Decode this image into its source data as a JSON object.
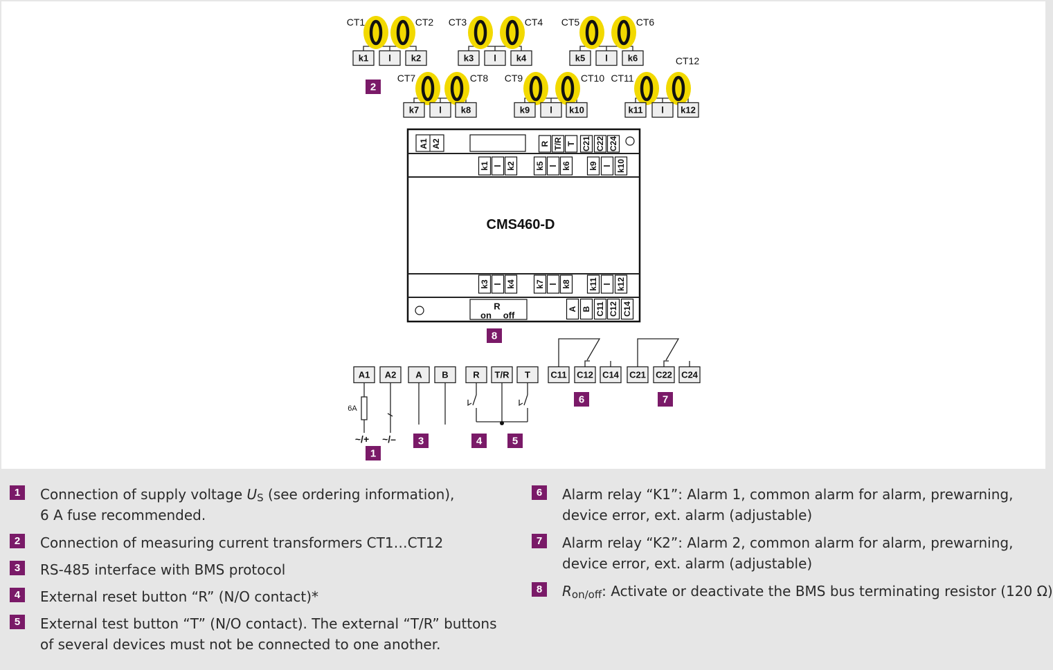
{
  "diagram": {
    "device_name": "CMS460-D",
    "ct_labels": [
      "CT1",
      "CT2",
      "CT3",
      "CT4",
      "CT5",
      "CT6",
      "CT7",
      "CT8",
      "CT9",
      "CT10",
      "CT11",
      "CT12"
    ],
    "ct_terminals_row1": [
      "k1",
      "l",
      "k2",
      "k3",
      "l",
      "k4",
      "k5",
      "l",
      "k6"
    ],
    "ct_terminals_row2": [
      "k7",
      "l",
      "k8",
      "k9",
      "l",
      "k10",
      "k11",
      "l",
      "k12"
    ],
    "device_top_row": [
      "A1",
      "A2",
      "R",
      "T/R",
      "T",
      "C21",
      "C22",
      "C24"
    ],
    "device_upper_ct_row": [
      "k1",
      "l",
      "k2",
      "k5",
      "l",
      "k6",
      "k9",
      "l",
      "k10"
    ],
    "device_lower_ct_row": [
      "k3",
      "l",
      "k4",
      "k7",
      "l",
      "k8",
      "k11",
      "l",
      "k12"
    ],
    "device_bottom_row": [
      "A",
      "B",
      "C11",
      "C12",
      "C14"
    ],
    "termination_switch": {
      "r": "R",
      "on": "on",
      "off": "off"
    },
    "terminal_blocks": [
      "A1",
      "A2",
      "A",
      "B",
      "R",
      "T/R",
      "T",
      "C11",
      "C12",
      "C14",
      "C21",
      "C22",
      "C24"
    ],
    "fuse_label": "6A",
    "supply_labels": [
      "~/+",
      "~/–"
    ],
    "markers": [
      "1",
      "2",
      "3",
      "4",
      "5",
      "6",
      "7",
      "8"
    ]
  },
  "legend": [
    {
      "num": "1",
      "lines": [
        "Connection of supply voltage U_S (see ordering information),",
        "6 A fuse recommended."
      ]
    },
    {
      "num": "2",
      "lines": [
        "Connection of measuring current transformers CT1…CT12"
      ]
    },
    {
      "num": "3",
      "lines": [
        "RS-485 interface with BMS protocol"
      ]
    },
    {
      "num": "4",
      "lines": [
        "External reset button “R” (N/O contact)*"
      ]
    },
    {
      "num": "5",
      "lines": [
        "External test button “T” (N/O contact). The external “T/R” buttons",
        "of several devices must not be connected to one another."
      ]
    },
    {
      "num": "6",
      "lines": [
        "Alarm relay “K1”: Alarm 1, common alarm for alarm, prewarning,",
        "device error, ext. alarm (adjustable)"
      ]
    },
    {
      "num": "7",
      "lines": [
        "Alarm relay “K2”: Alarm 2, common alarm for alarm, prewarning,",
        "device error, ext. alarm (adjustable)"
      ]
    },
    {
      "num": "8",
      "lines": [
        "R_on/off: Activate or deactivate the BMS bus terminating resistor (120 Ω)"
      ]
    }
  ],
  "colors": {
    "marker": "#7a1a68",
    "ct_ring": "#f2d900",
    "legend_bg": "#e6e6e6",
    "terminal_fill": "#eeeeee"
  }
}
